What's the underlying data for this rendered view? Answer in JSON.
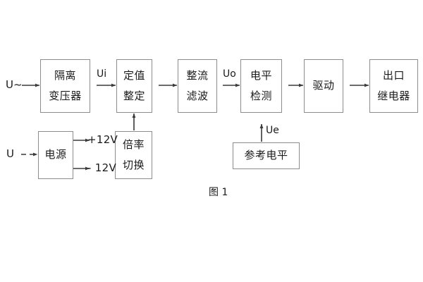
{
  "figure": {
    "caption": "图 1",
    "line_color": "#3a3a3a",
    "box_border_color": "#8c8c8c",
    "text_color": "#1a1a1a",
    "background": "#ffffff"
  },
  "blocks": {
    "isolation_transformer": {
      "line1": "隔离",
      "line2": "变压器"
    },
    "setting_value": {
      "line1": "定值",
      "line2": "整定"
    },
    "rectify_filter": {
      "line1": "整流",
      "line2": "滤波"
    },
    "level_detect": {
      "line1": "电平",
      "line2": "检测"
    },
    "drive": {
      "line1": "驱动",
      "line2": ""
    },
    "output_relay": {
      "line1": "出口",
      "line2": "继电器"
    },
    "power_supply": {
      "line1": "电源",
      "line2": ""
    },
    "multiplier_switch": {
      "line1": "倍率",
      "line2": "切换"
    },
    "reference_level": {
      "line1": "参考电平",
      "line2": ""
    }
  },
  "signals": {
    "input_ac": "U~",
    "input_dc": "U",
    "ui": "Ui",
    "uo": "Uo",
    "ue": "Ue",
    "rail_positive": "+12V",
    "rail_negative": "- 12V"
  }
}
